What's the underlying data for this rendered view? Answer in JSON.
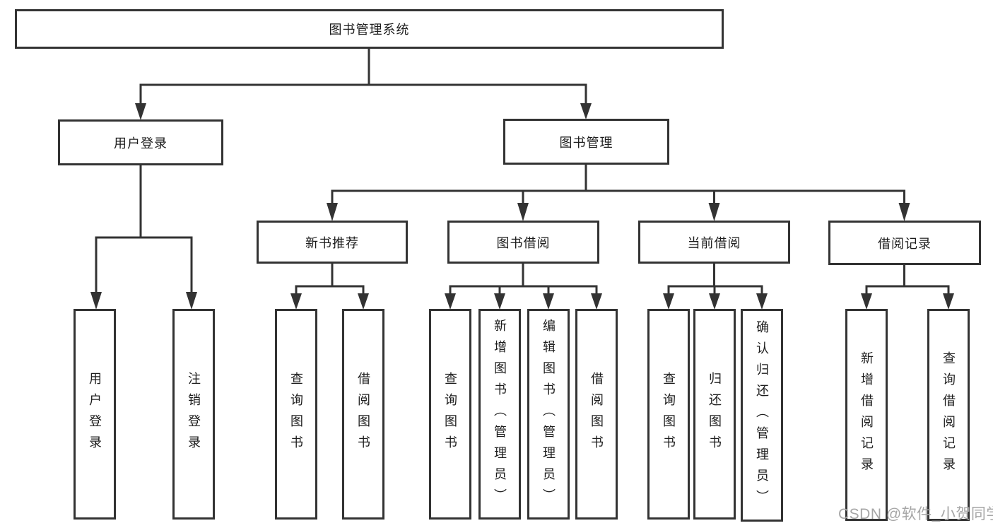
{
  "tree": {
    "root": {
      "label": "图书管理系统"
    },
    "branches": [
      {
        "label": "用户登录",
        "leaves": [
          {
            "label": "用户登录"
          },
          {
            "label": "注销登录"
          }
        ]
      },
      {
        "label": "图书管理",
        "groups": [
          {
            "label": "新书推荐",
            "leaves": [
              {
                "label": "查询图书"
              },
              {
                "label": "借阅图书"
              }
            ]
          },
          {
            "label": "图书借阅",
            "leaves": [
              {
                "label": "查询图书"
              },
              {
                "label": "新增图书（管理员）"
              },
              {
                "label": "编辑图书（管理员）"
              },
              {
                "label": "借阅图书"
              }
            ]
          },
          {
            "label": "当前借阅",
            "leaves": [
              {
                "label": "查询图书"
              },
              {
                "label": "归还图书"
              },
              {
                "label": "确认归还（管理员）"
              }
            ]
          },
          {
            "label": "借阅记录",
            "leaves": [
              {
                "label": "新增借阅记录"
              },
              {
                "label": "查询借阅记录"
              }
            ]
          }
        ]
      }
    ]
  },
  "watermark": {
    "text": "CSDN @软件_小贺同学"
  },
  "colors": {
    "line": "#333333",
    "text": "#1d1d1d",
    "watermark": "#a6a6a6",
    "background": "#ffffff"
  }
}
